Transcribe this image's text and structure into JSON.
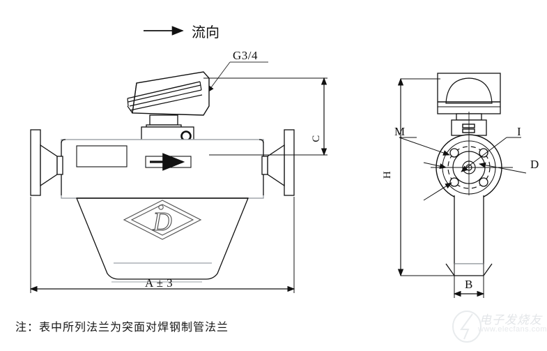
{
  "drawing": {
    "type": "engineering-drawing",
    "subject": "mass flow meter outline dimension drawing",
    "views": [
      {
        "name": "front-view",
        "position": "left"
      },
      {
        "name": "side-view",
        "position": "right"
      }
    ]
  },
  "flow": {
    "label": "流向",
    "arrow": "right-arrow"
  },
  "callouts": {
    "thread": "G3/4"
  },
  "dimensions": {
    "c": "C",
    "a": "A ± 3",
    "h": "H",
    "b": "B",
    "m": "M",
    "i": "I",
    "d": "D"
  },
  "logo": {
    "letter": "D",
    "shape": "diamond"
  },
  "note": {
    "text": "注：表中所列法兰为突面对焊钢制管法兰"
  },
  "watermark": {
    "brand": "电子发烧友",
    "url": "www.elecfans.com"
  },
  "colors": {
    "line": "#1a1a1a",
    "light_line": "#9aa0a6",
    "text": "#111111",
    "background": "#ffffff",
    "watermark": "#c2c8ce"
  }
}
